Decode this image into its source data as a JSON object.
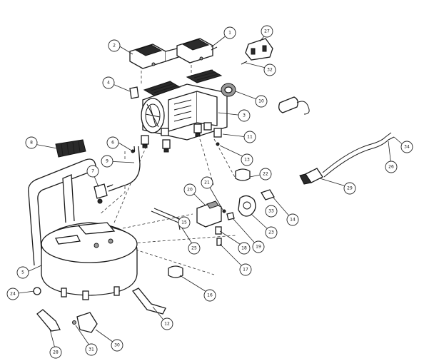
{
  "callouts": [
    {
      "label": "1"
    },
    {
      "label": "2"
    },
    {
      "label": "3"
    },
    {
      "label": "4"
    },
    {
      "label": "5"
    },
    {
      "label": "6"
    },
    {
      "label": "7"
    },
    {
      "label": "8"
    },
    {
      "label": "9"
    },
    {
      "label": "10"
    },
    {
      "label": "11"
    },
    {
      "label": "12"
    },
    {
      "label": "13"
    },
    {
      "label": "14"
    },
    {
      "label": "15"
    },
    {
      "label": "16"
    },
    {
      "label": "17"
    },
    {
      "label": "18"
    },
    {
      "label": "19"
    },
    {
      "label": "20"
    },
    {
      "label": "21"
    },
    {
      "label": "22"
    },
    {
      "label": "23"
    },
    {
      "label": "24"
    },
    {
      "label": "25"
    },
    {
      "label": "26"
    },
    {
      "label": "27"
    },
    {
      "label": "28"
    },
    {
      "label": "29"
    },
    {
      "label": "30"
    },
    {
      "label": "31"
    },
    {
      "label": "32"
    },
    {
      "label": "33"
    },
    {
      "label": "34"
    }
  ]
}
